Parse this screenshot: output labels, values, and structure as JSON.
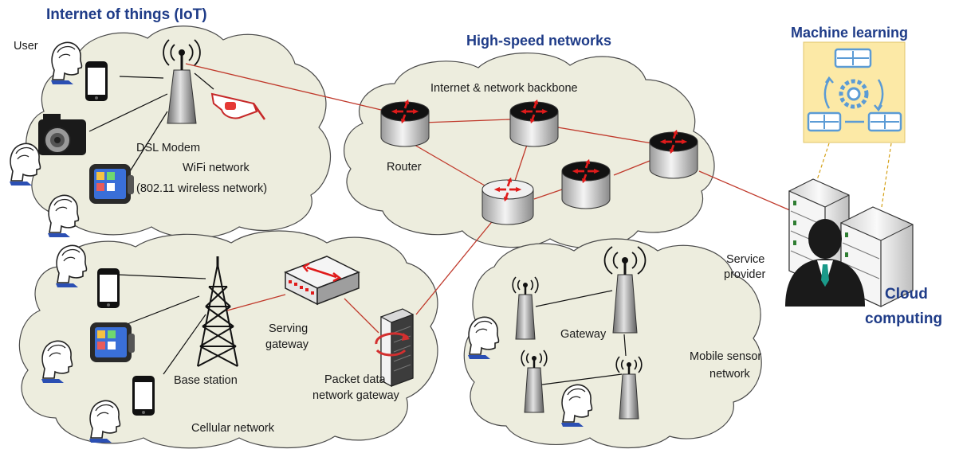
{
  "titles": {
    "iot": "Internet of things (IoT)",
    "high_speed": "High-speed networks",
    "machine_learning": "Machine learning",
    "cloud_line1": "Cloud",
    "cloud_line2": "computing"
  },
  "labels": {
    "user": "User",
    "dsl_modem": "DSL Modem",
    "wifi_network": "WiFi network",
    "wifi_standard": "(802.11 wireless network)",
    "backbone": "Internet & network backbone",
    "router": "Router",
    "service_provider_line1": "Service",
    "service_provider_line2": "provider",
    "serving_gateway_line1": "Serving",
    "serving_gateway_line2": "gateway",
    "base_station": "Base station",
    "pdn_gateway_line1": "Packet data",
    "pdn_gateway_line2": "network gateway",
    "cellular_network": "Cellular network",
    "gateway": "Gateway",
    "mobile_sensor_line1": "Mobile sensor",
    "mobile_sensor_line2": "network"
  },
  "colors": {
    "title_blue": "#1f3c88",
    "cloud_fill": "#ededde",
    "cloud_stroke": "#4a4a4a",
    "link_red": "#c0392b",
    "router_red": "#e01b1b",
    "ml_panel": "#fce9a6",
    "ml_icon_blue": "#5b9bd5"
  },
  "icons": [
    "user-icon",
    "smartphone-icon",
    "camera-icon",
    "smartwatch-icon",
    "smart-glasses-icon",
    "wifi-antenna-icon",
    "router-icon",
    "cell-tower-icon",
    "switch-icon",
    "server-tower-icon",
    "sensor-node-icon",
    "server-rack-icon",
    "service-provider-icon",
    "machine-learning-icon"
  ]
}
